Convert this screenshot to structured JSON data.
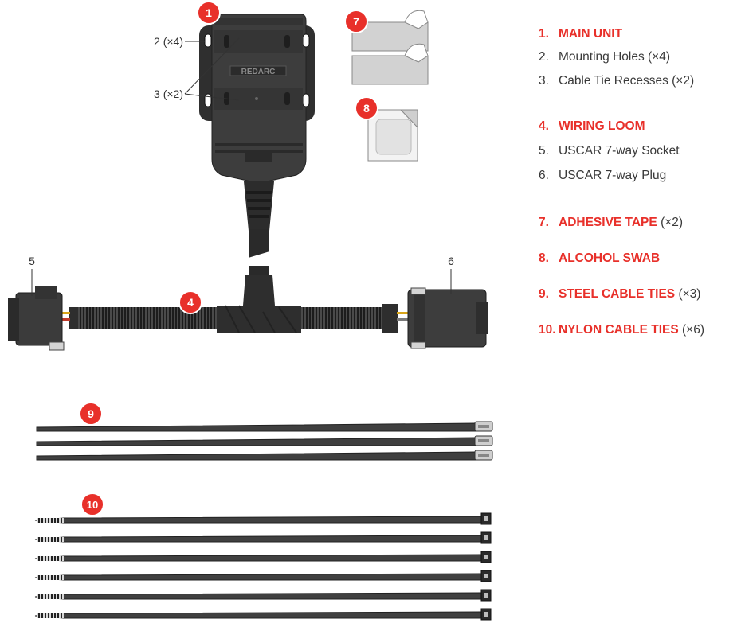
{
  "colors": {
    "accent": "#e8302a",
    "text": "#3a3a3a",
    "unit_body": "#3c3c3c",
    "cable": "#2a2a2a"
  },
  "callouts": {
    "c1": "1",
    "c4": "4",
    "c7": "7",
    "c8": "8",
    "c9": "9",
    "c10": "10"
  },
  "labels": {
    "mounting_holes": "2 (×4)",
    "cable_tie_recesses": "3 (×2)",
    "socket": "5",
    "plug": "6",
    "brand": "REDARC"
  },
  "legend": {
    "items": [
      {
        "num": "1.",
        "text": "MAIN UNIT",
        "qty": "",
        "heading": true
      },
      {
        "num": "2.",
        "text": "Mounting Holes (×4)",
        "qty": "",
        "heading": false
      },
      {
        "num": "3.",
        "text": "Cable Tie Recesses (×2)",
        "qty": "",
        "heading": false
      },
      {
        "num": "4.",
        "text": "WIRING LOOM",
        "qty": "",
        "heading": true
      },
      {
        "num": "5.",
        "text": "USCAR 7-way Socket",
        "qty": "",
        "heading": false
      },
      {
        "num": "6.",
        "text": "USCAR 7-way Plug",
        "qty": "",
        "heading": false
      },
      {
        "num": "7.",
        "text": "ADHESIVE TAPE",
        "qty": "(×2)",
        "heading": true
      },
      {
        "num": "8.",
        "text": "ALCOHOL SWAB",
        "qty": "",
        "heading": true
      },
      {
        "num": "9.",
        "text": "STEEL CABLE TIES",
        "qty": "(×3)",
        "heading": true
      },
      {
        "num": "10.",
        "text": "NYLON CABLE TIES",
        "qty": "(×6)",
        "heading": true
      }
    ]
  }
}
